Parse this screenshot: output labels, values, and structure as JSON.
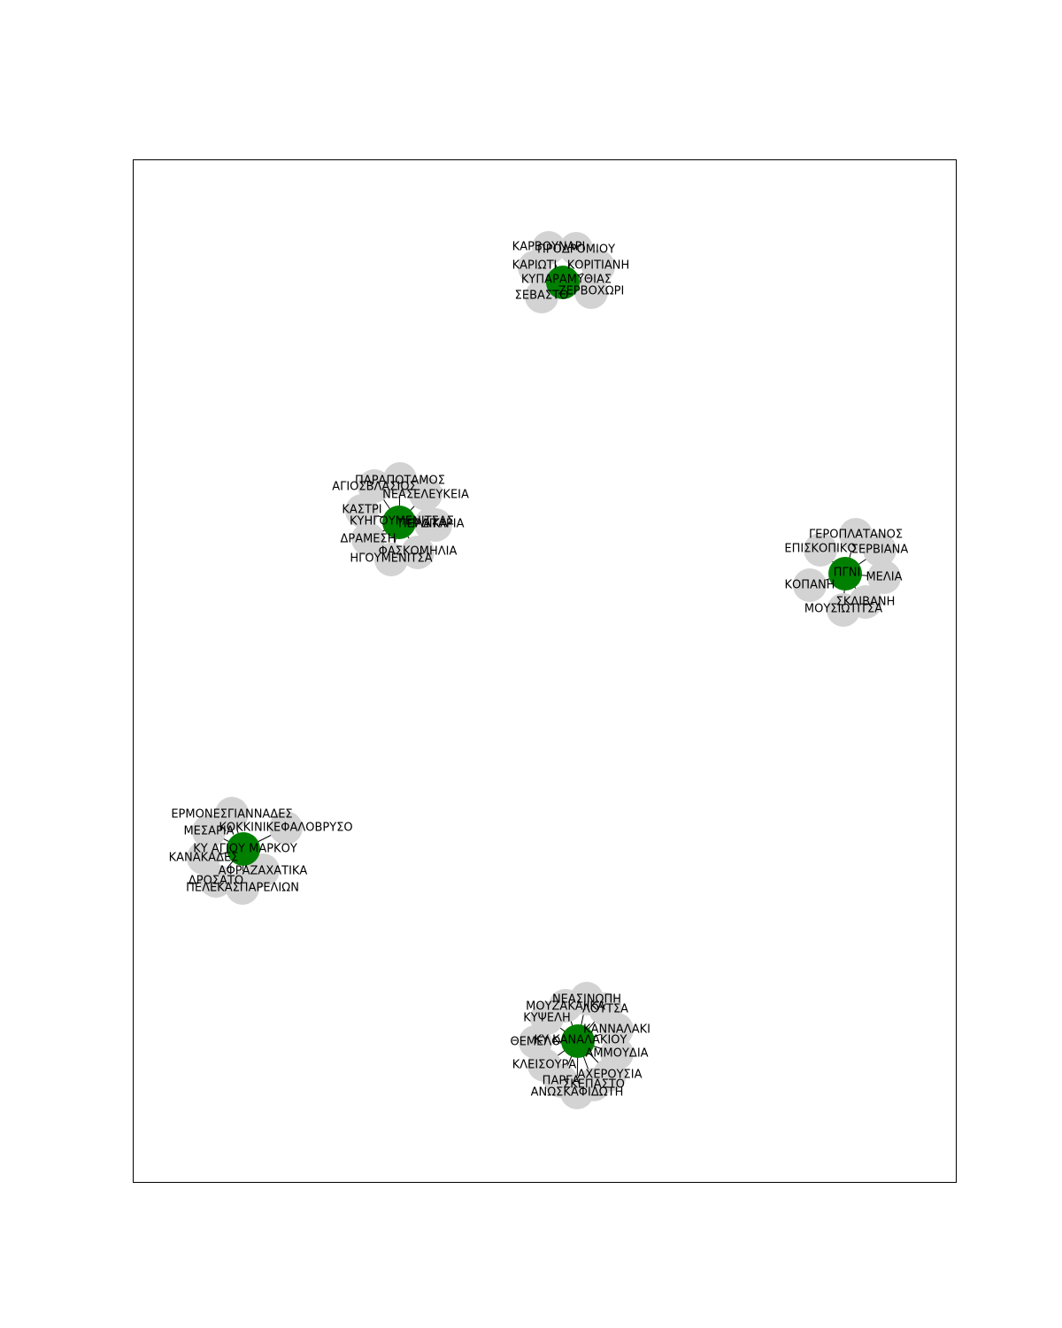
{
  "colors": {
    "hub": "#008000",
    "leaf": "#d3d3d3",
    "edge": "#000000",
    "frame": "#000000",
    "background": "#ffffff"
  },
  "graph": {
    "clusters": [
      {
        "hub": "ΚΥΠΑΡΑΜΥΘΙΑΣ",
        "leaves": [
          "ΚΑΡΒΟΥΝΑΡΙ",
          "ΠΡΟΔΡΟΜΙΟΥ",
          "ΚΑΡΙΩΤΙ",
          "ΚΟΡΙΤΙΑΝΗ",
          "ΣΕΒΑΣΤΟ",
          "ΖΕΡΒΟΧΩΡΙ"
        ]
      },
      {
        "hub": "ΚΥΗΓΟΥΜΕΝΙΤΣΑΣ",
        "leaves": [
          "ΠΑΡΑΠΟΤΑΜΟΣ",
          "ΑΓΙΟΣΒΛΑΣΙΟΣ",
          "ΝΕΑΣΕΛΕΥΚΕΙΑ",
          "ΚΑΣΤΡΙ",
          "ΠΕΡΔΙΚΑ",
          "ΠΛΑΤΑΡΙΑ",
          "ΔΡΑΜΕΣΗ",
          "ΦΑΣΚΟΜΗΛΙΑ",
          "ΗΓΟΥΜΕΝΙΤΣΑ"
        ]
      },
      {
        "hub": "ΠΓΝΙ",
        "leaves": [
          "ΓΕΡΟΠΛΑΤΑΝΟΣ",
          "ΕΠΙΣΚΟΠΙΚΟ",
          "ΣΕΡΒΙΑΝΑ",
          "ΚΟΠΑΝΗ",
          "ΜΕΛΙΑ",
          "ΣΚΛΙΒΑΝΗ",
          "ΜΟΥΣΙΩΤΙΤΣΑ"
        ]
      },
      {
        "hub": "ΚΥ ΑΓΙΟΥ ΜΑΡΚΟΥ",
        "leaves": [
          "ΕΡΜΟΝΕΣΓΙΑΝΝΑΔΕΣ",
          "ΚΟΚΚΙΝΙΚΕΦΑΛΟΒΡΥΣΟ",
          "ΜΕΣΑΡΙΑ",
          "ΚΑΝΑΚΑΔΕΣ",
          "ΑΦΡΑΖΑΧΑΤΙΚΑ",
          "ΔΡΟΣΑΤΟ",
          "ΠΕΛΕΚΑΣΠΑΡΕΛΙΩΝ"
        ]
      },
      {
        "hub": "ΚΥ ΚΑΝΑΛΑΚΙΟΥ",
        "leaves": [
          "ΝΕΑΣΙΝΩΠΗ",
          "ΜΟΥΖΑΚΑΙΙΚΑ",
          "ΛΟΥΤΣΑ",
          "ΚΥΨΕΛΗ",
          "ΚΑΝΝΑΛΑΚΙ",
          "ΘΕΜΕΛΟ",
          "ΑΜΜΟΥΔΙΑ",
          "ΚΛΕΙΣΟΥΡΑ",
          "ΑΧΕΡΟΥΣΙΑ",
          "ΠΑΡΓΑ",
          "ΣΚΕΠΑΣΤΟ",
          "ΑΝΩΣΚΑΦΙΔΩΤΗ"
        ]
      }
    ]
  }
}
